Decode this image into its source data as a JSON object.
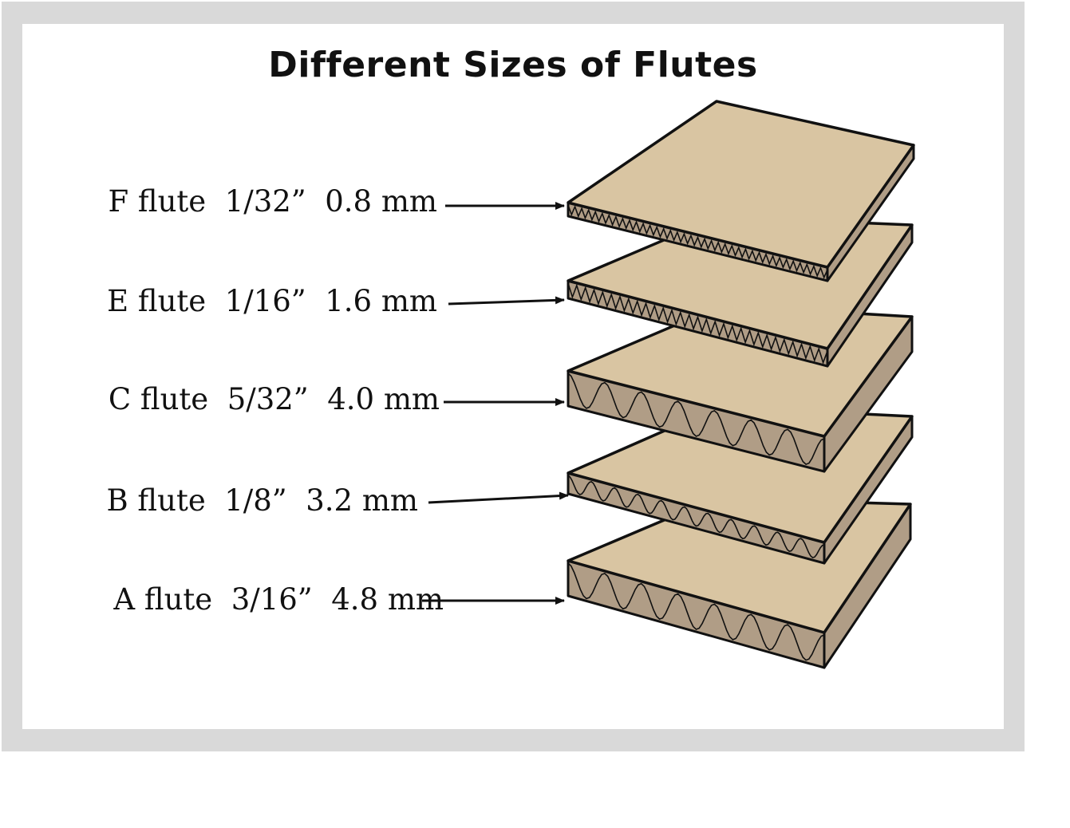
{
  "title": "Different Sizes of Flutes",
  "colors": {
    "frame": "#d9d9d9",
    "board_top": "#d9c5a2",
    "board_edge": "#b09d86",
    "outline": "#111111"
  },
  "flutes": [
    {
      "label": "F flute  1/32”  0.8 mm",
      "wave": "zigzag"
    },
    {
      "label": "E flute  1/16”  1.6 mm",
      "wave": "zigzag"
    },
    {
      "label": "C flute  5/32”  4.0 mm",
      "wave": "sine"
    },
    {
      "label": "B flute  1/8”  3.2 mm",
      "wave": "sine"
    },
    {
      "label": "A flute  3/16”  4.8 mm",
      "wave": "sine"
    }
  ]
}
